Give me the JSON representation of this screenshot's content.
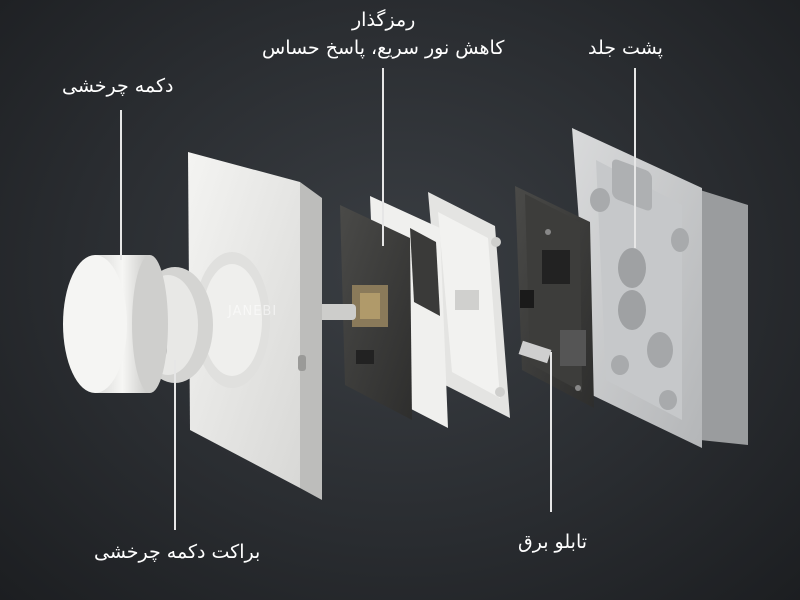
{
  "labels": {
    "rotary_knob": "دکمه چرخشی",
    "knob_bracket": "براکت دکمه چرخشی",
    "encoder_title": "رمزگذار",
    "encoder_desc": "کاهش نور سریع، پاسخ حساس",
    "back_cover": "پشت جلد",
    "circuit_board": "تابلو برق"
  },
  "watermark": "JANEBI"
}
